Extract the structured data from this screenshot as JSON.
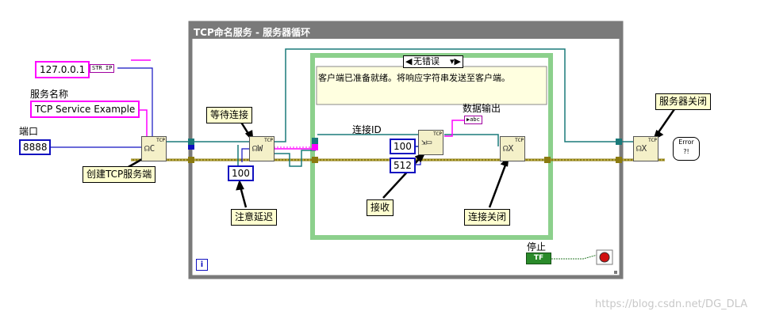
{
  "loop_title": "TCP命名服务 - 服务器循环",
  "case_selector": "无错误",
  "case_comment": "客户端已准备就绪。将响应字符串发送至客户端。",
  "constants": {
    "ip": "127.0.0.1",
    "ip_conv": "STR IP",
    "service_name_label": "服务名称",
    "service_name": "TCP Service Example",
    "port_label": "端口",
    "port": "8888",
    "timeout": "100",
    "read_timeout": "100",
    "read_bytes": "512",
    "conn_id_label": "连接ID",
    "data_out_label": "数据输出",
    "data_out_type": "▶abc",
    "stop_label": "停止",
    "stop_type": "TF"
  },
  "notes": {
    "create_listener": "创建TCP服务端",
    "wait_connect": "等待连接",
    "timeout_note": "注意延迟",
    "receive": "接收",
    "close_conn": "连接关闭",
    "server_close": "服务器关闭"
  },
  "vi_label": "TCP",
  "info_icon": "i",
  "error_icon": "Error",
  "watermark": "https://blog.csdn.net/DG_DLA",
  "colors": {
    "loop_frame": "#7a7a7a",
    "case_frame": "#6cc26c",
    "error_wire": "#8a7a10",
    "ref_wire": "#1a7a7a",
    "string_wire": "#ff00ff",
    "int_wire": "#1010c0"
  }
}
